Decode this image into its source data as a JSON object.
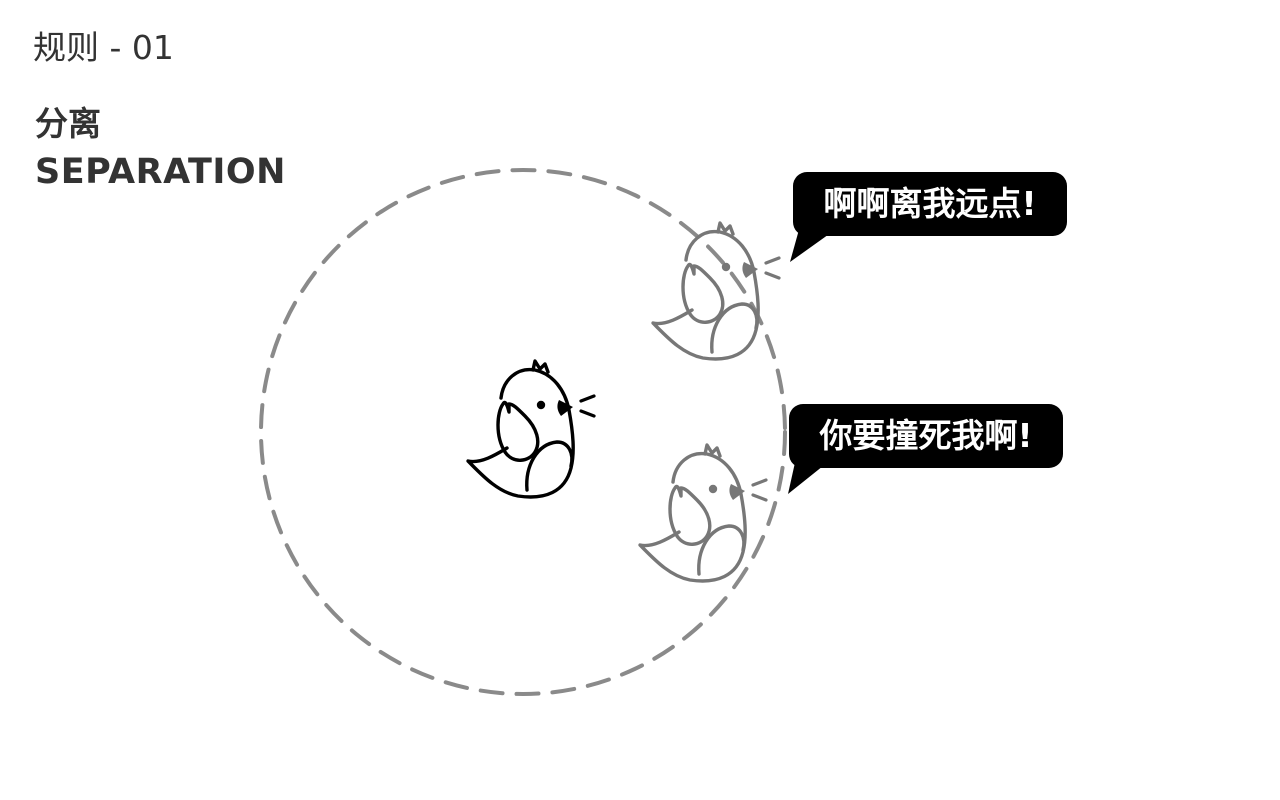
{
  "header": {
    "rule_label": "规则 - 01",
    "title_zh": "分离",
    "title_en": "SEPARATION"
  },
  "bubbles": [
    {
      "text": "啊啊离我远点!"
    },
    {
      "text": "你要撞死我啊!"
    }
  ],
  "colors": {
    "text": "#333333",
    "main_bird": "#000000",
    "other_birds": "#777777",
    "radius_circle": "#8a8a8a",
    "bubble_bg": "#000000",
    "bubble_text": "#ffffff"
  }
}
